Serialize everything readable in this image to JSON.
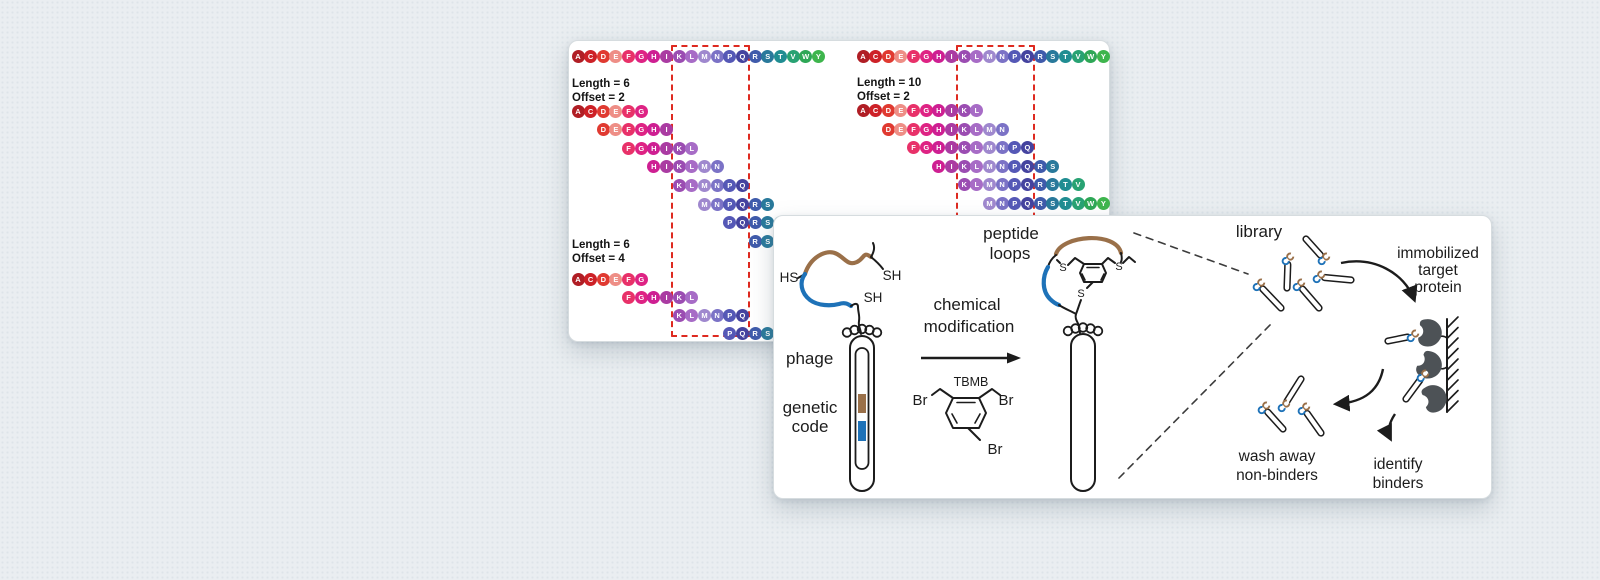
{
  "colors": {
    "background": "#eaeef1",
    "background_dot": "#dde4e9",
    "card_bg": "#ffffff",
    "card_border": "#d6dcdf",
    "dashed_window": "#de2a20",
    "ink": "#1c1c1c",
    "peptide_blue": "#1e72b8",
    "peptide_brown": "#9a7049",
    "protein_gray": "#4d5256"
  },
  "sequence_card": {
    "alphabet": [
      "A",
      "C",
      "D",
      "E",
      "F",
      "G",
      "H",
      "I",
      "K",
      "L",
      "M",
      "N",
      "P",
      "Q",
      "R",
      "S",
      "T",
      "V",
      "W",
      "Y"
    ],
    "residue_colors": [
      "#b01e25",
      "#cd2127",
      "#e03a31",
      "#ee8e86",
      "#e83169",
      "#de2384",
      "#ce1f92",
      "#aa3ba2",
      "#9b4db2",
      "#a76cc6",
      "#9f88ce",
      "#7b72c6",
      "#5558b6",
      "#45439f",
      "#3f5bab",
      "#29799b",
      "#208d92",
      "#28a273",
      "#2ea756",
      "#3eb54d"
    ],
    "window": {
      "from": "K",
      "to": "Q"
    },
    "blocks": [
      {
        "label_lines": [
          "Length = 6",
          "Offset = 2"
        ],
        "rows": [
          {
            "start": 0,
            "seq": "ACDEFG"
          },
          {
            "start": 2,
            "seq": "DEFGHI"
          },
          {
            "start": 4,
            "seq": "FGHIKL"
          },
          {
            "start": 6,
            "seq": "HIKLMN"
          },
          {
            "start": 8,
            "seq": "KLMNPQ"
          },
          {
            "start": 10,
            "seq": "MNPQRS"
          },
          {
            "start": 12,
            "seq": "PQRSTV"
          },
          {
            "start": 14,
            "seq": "RSTVWY"
          }
        ]
      },
      {
        "label_lines": [
          "Length = 10",
          "Offset = 2"
        ],
        "rows": [
          {
            "start": 0,
            "seq": "ACDEFGHIKL"
          },
          {
            "start": 2,
            "seq": "DEFGHIKLMN"
          },
          {
            "start": 4,
            "seq": "FGHIKLMNPQ"
          },
          {
            "start": 6,
            "seq": "HIKLMNPQRS"
          },
          {
            "start": 8,
            "seq": "KLMNPQRSTV"
          },
          {
            "start": 10,
            "seq": "MNPQRSTVWY"
          }
        ]
      },
      {
        "label_lines": [
          "Length = 6",
          "Offset = 4"
        ],
        "rows": [
          {
            "start": 0,
            "seq": "ACDEFG"
          },
          {
            "start": 4,
            "seq": "FGHIKL"
          },
          {
            "start": 8,
            "seq": "KLMNPQ"
          },
          {
            "start": 12,
            "seq": "PQRSTV"
          }
        ]
      }
    ]
  },
  "phage_card": {
    "peptide_loops": [
      "peptide",
      "loops"
    ],
    "chemical_modification": [
      "chemical",
      "modification"
    ],
    "phage_label": "phage",
    "genetic_code": [
      "genetic",
      "code"
    ],
    "tbmb_label": "TBMB",
    "thiol_left": "HS",
    "thiol_top": "SH",
    "thiol_mid": "SH",
    "sulfur_labels": [
      "S",
      "S",
      "S"
    ],
    "bromine_labels": [
      "Br",
      "Br",
      "Br"
    ],
    "library_label": "library",
    "immobilized_target": [
      "immobilized",
      "target",
      "protein"
    ],
    "wash_away": [
      "wash away",
      "non-binders"
    ],
    "identify_binders": [
      "identify",
      "binders"
    ]
  }
}
